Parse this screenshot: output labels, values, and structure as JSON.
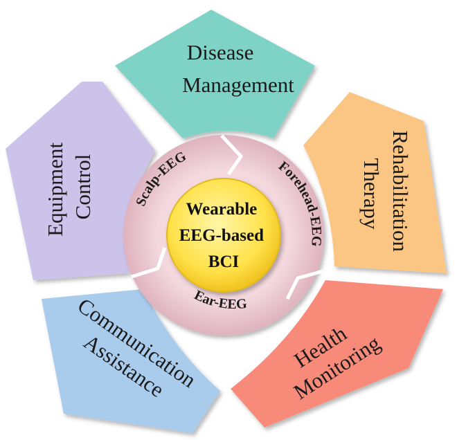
{
  "center": {
    "lines": [
      "Wearable",
      "EEG-based",
      "BCI"
    ],
    "color": "#ffe14a"
  },
  "ring": {
    "items": [
      "Scalp-EEG",
      "Forehead-EEG",
      "Ear-EEG"
    ],
    "color": "#eec9d2"
  },
  "segments": [
    {
      "id": "disease-management",
      "lines": [
        "Disease",
        "Management"
      ],
      "color": "#7fd3c6"
    },
    {
      "id": "rehabilitation-therapy",
      "lines": [
        "Rehabilitation",
        "Therapy"
      ],
      "color": "#fbc684"
    },
    {
      "id": "health-monitoring",
      "lines": [
        "Health",
        "Monitoring"
      ],
      "color": "#f88a7a"
    },
    {
      "id": "communication-assistance",
      "lines": [
        "Communication",
        "Assistance"
      ],
      "color": "#a9cbec"
    },
    {
      "id": "equipment-control",
      "lines": [
        "Equipment",
        "Control"
      ],
      "color": "#cbc3ea"
    }
  ]
}
